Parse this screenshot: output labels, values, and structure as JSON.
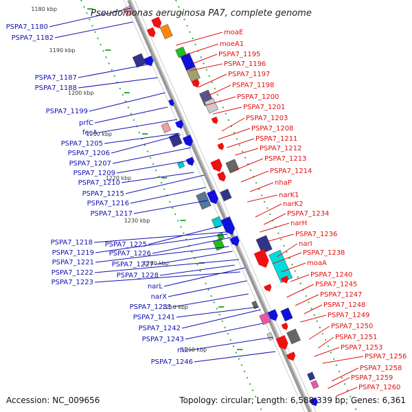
{
  "title": "Pseudomonas aeruginosa PA7, complete genome",
  "footer": {
    "accession": "Accession: NC_009656",
    "summary": "Topology: circular; Length: 6,588,339 bp; Genes: 6,361"
  },
  "colors": {
    "forward_gene": "#ee1111",
    "reverse_gene": "#1010dd",
    "left_label": "#1010b0",
    "right_label": "#e01010",
    "backbone": "#999999",
    "dots": "#33aa33"
  },
  "kbp_ticks": [
    "1180 kbp",
    "1190 kbp",
    "1200 kbp",
    "1210 kbp",
    "1220 kbp",
    "1230 kbp",
    "1240 kbp",
    "1250 kbp",
    "1260 kbp"
  ],
  "left_labels": [
    "PSPA7_1180",
    "PSPA7_1182",
    "PSPA7_1187",
    "PSPA7_1188",
    "PSPA7_1199",
    "prfC",
    "fecA",
    "PSPA7_1205",
    "PSPA7_1206",
    "PSPA7_1207",
    "PSPA7_1209",
    "PSPA7_1210",
    "PSPA7_1215",
    "PSPA7_1216",
    "PSPA7_1217",
    "PSPA7_1218",
    "PSPA7_1219",
    "PSPA7_1221",
    "PSPA7_1222",
    "PSPA7_1223",
    "PSPA7_1225",
    "PSPA7_1226",
    "PSPA7_1227",
    "PSPA7_1228",
    "narL",
    "narX",
    "PSPA7_1231",
    "PSPA7_1241",
    "PSPA7_1242",
    "PSPA7_1243",
    "rhlI",
    "PSPA7_1246"
  ],
  "right_labels": [
    "moaE",
    "moeA1",
    "PSPA7_1195",
    "PSPA7_1196",
    "PSPA7_1197",
    "PSPA7_1198",
    "PSPA7_1200",
    "PSPA7_1201",
    "PSPA7_1203",
    "PSPA7_1208",
    "PSPA7_1211",
    "PSPA7_1212",
    "PSPA7_1213",
    "PSPA7_1214",
    "nhaP",
    "narK1",
    "narK2",
    "PSPA7_1234",
    "narH",
    "PSPA7_1236",
    "narI",
    "PSPA7_1238",
    "moaA",
    "PSPA7_1240",
    "PSPA7_1245",
    "PSPA7_1247",
    "PSPA7_1248",
    "PSPA7_1249",
    "PSPA7_1250",
    "PSPA7_1251",
    "PSPA7_1253",
    "PSPA7_1256",
    "PSPA7_1258",
    "PSPA7_1259",
    "PSPA7_1260"
  ]
}
